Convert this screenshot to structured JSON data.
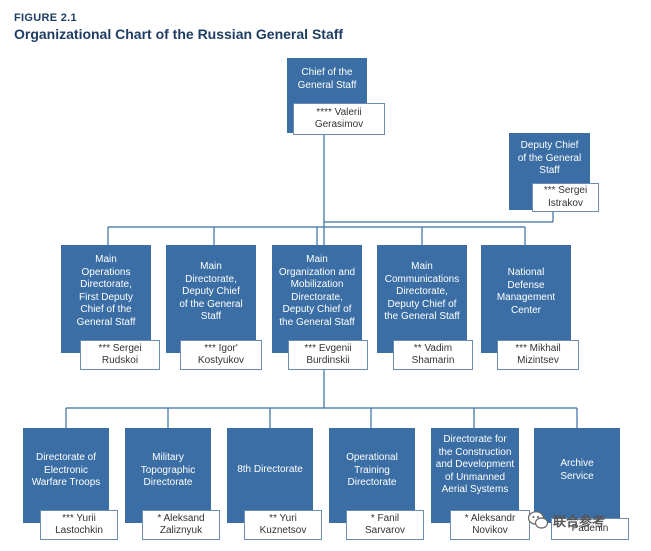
{
  "figure_label": "FIGURE 2.1",
  "title": "Organizational Chart of the Russian General Staff",
  "chief": {
    "title": "Chief of the\nGeneral Staff",
    "name": "**** Valerii\nGerasimov"
  },
  "deputy": {
    "title": "Deputy Chief\nof the General\nStaff",
    "name": "*** Sergei\nIstrakov"
  },
  "main_units": [
    {
      "title": "Main\nOperations\nDirectorate,\nFirst Deputy\nChief of the\nGeneral Staff",
      "name": "*** Sergei\nRudskoi"
    },
    {
      "title": "Main\nDirectorate,\nDeputy Chief\nof the General\nStaff",
      "name": "*** Igor'\nKostyukov"
    },
    {
      "title": "Main\nOrganization and\nMobilization\nDirectorate,\nDeputy Chief of\nthe General Staff",
      "name": "*** Evgenii\nBurdinskii"
    },
    {
      "title": "Main\nCommunications\nDirectorate,\nDeputy Chief of\nthe General Staff",
      "name": "** Vadim\nShamarin"
    },
    {
      "title": "National\nDefense\nManagement\nCenter",
      "name": "*** Mikhail\nMizintsev"
    }
  ],
  "directorates": [
    {
      "title": "Directorate of\nElectronic\nWarfare Troops",
      "name": "*** Yurii\nLastochkin"
    },
    {
      "title": "Military\nTopographic\nDirectorate",
      "name": "* Aleksand\nZaliznyuk"
    },
    {
      "title": "8th Directorate",
      "name": "** Yuri\nKuznetsov"
    },
    {
      "title": "Operational\nTraining\nDirectorate",
      "name": "* Fanil\nSarvarov"
    },
    {
      "title": "Directorate for\nthe Construction\nand Development\nof Unmanned\nAerial Systems",
      "name": "* Aleksandr\nNovikov"
    },
    {
      "title": "Archive\nService",
      "name": "Padenin"
    }
  ],
  "watermark": "联合参考",
  "colors": {
    "box": "#3a6ea5",
    "line": "#3a6ea5",
    "title": "#1f3d63"
  }
}
